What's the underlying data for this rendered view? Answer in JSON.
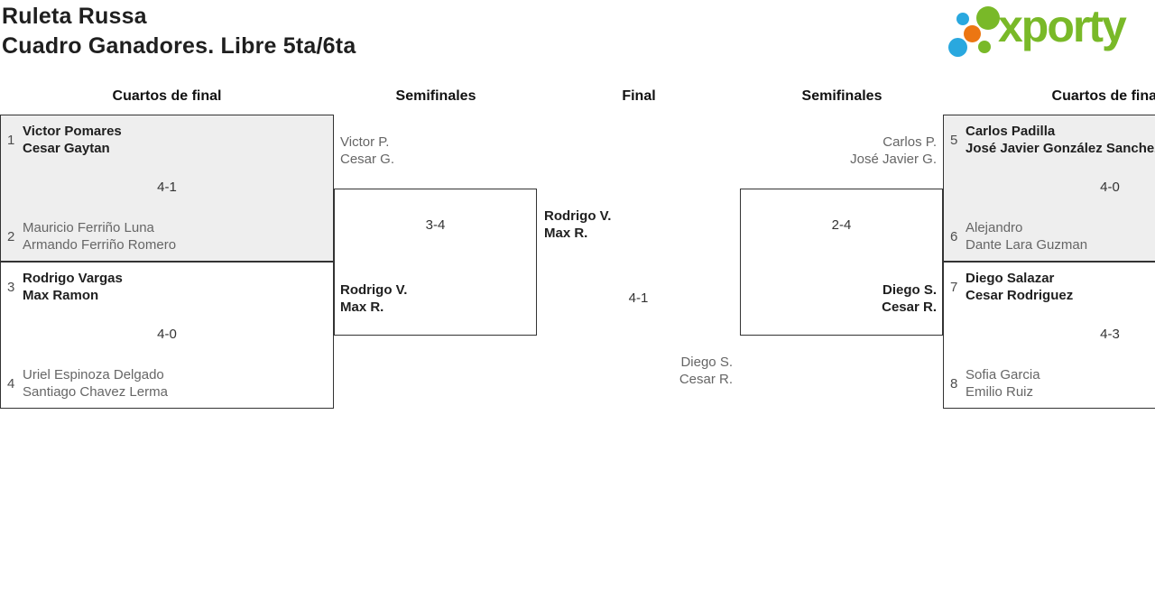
{
  "title_line1": "Ruleta Russa",
  "title_line2": "Cuadro Ganadores. Libre 5ta/6ta",
  "logo_text": "xporty",
  "column_headers": [
    "Cuartos de final",
    "Semifinales",
    "Final",
    "Semifinales",
    "Cuartos de final"
  ],
  "quarterfinals": [
    {
      "seed_top": "1",
      "top_player1": "Victor Pomares",
      "top_player2": "Cesar Gaytan",
      "score": "4-1",
      "seed_bottom": "2",
      "bottom_player1": "Mauricio Ferriño Luna",
      "bottom_player2": "Armando Ferriño Romero"
    },
    {
      "seed_top": "3",
      "top_player1": "Rodrigo Vargas",
      "top_player2": "Max Ramon",
      "score": "4-0",
      "seed_bottom": "4",
      "bottom_player1": "Uriel Espinoza Delgado",
      "bottom_player2": "Santiago Chavez Lerma"
    },
    {
      "seed_top": "5",
      "top_player1": "Carlos Padilla",
      "top_player2": "José Javier González Sanchez",
      "score": "4-0",
      "seed_bottom": "6",
      "bottom_player1": "Alejandro",
      "bottom_player2": "Dante Lara Guzman"
    },
    {
      "seed_top": "7",
      "top_player1": "Diego Salazar",
      "top_player2": "Cesar Rodriguez",
      "score": "4-3",
      "seed_bottom": "8",
      "bottom_player1": "Sofia Garcia",
      "bottom_player2": "Emilio Ruiz"
    }
  ],
  "semifinals": [
    {
      "loser_player1": "Victor P.",
      "loser_player2": "Cesar G.",
      "score": "3-4",
      "winner_player1": "Rodrigo V.",
      "winner_player2": "Max R."
    },
    {
      "loser_player1": "Carlos P.",
      "loser_player2": "José Javier G.",
      "score": "2-4",
      "winner_player1": "Diego S.",
      "winner_player2": "Cesar R."
    }
  ],
  "final": {
    "winner_player1": "Rodrigo V.",
    "winner_player2": "Max R.",
    "score": "4-1",
    "loser_player1": "Diego S.",
    "loser_player2": "Cesar R."
  },
  "colors": {
    "brand_green": "#79b928",
    "brand_blue": "#29a8df",
    "brand_orange": "#ec7612",
    "box_fill": "#eeeeee",
    "border": "#333333",
    "winner_text": "#1f1f1f",
    "loser_text": "#666666"
  }
}
